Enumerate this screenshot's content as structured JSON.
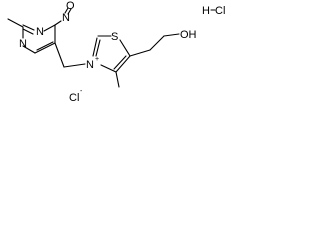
{
  "molecule": {
    "atom_labels": {
      "nitroso_n": "N",
      "nitroso_o": "O",
      "ring_n_upper": "N",
      "ring_n_left": "N",
      "thiazole_s": "S",
      "thiazolium_n": "N",
      "thiazolium_charge": "+",
      "hydroxyl": "OH"
    },
    "hydrochloride": "H",
    "hydrochloride_cl": "Cl",
    "counterion": "Cl",
    "counterion_charge": "-"
  }
}
